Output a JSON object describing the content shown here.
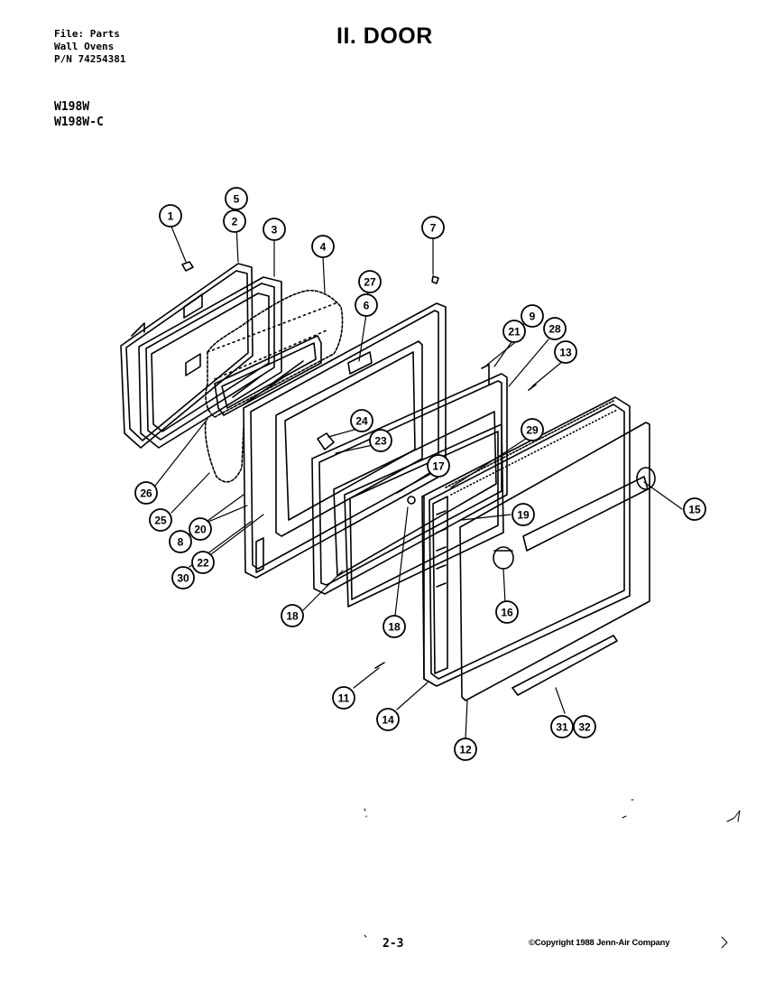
{
  "header": {
    "file_line": "File: Parts",
    "category_line": "Wall Ovens",
    "part_number_line": "P/N 74254381",
    "title": "II. DOOR"
  },
  "models": [
    "W198W",
    "W198W-C"
  ],
  "callouts": [
    "1",
    "5",
    "2",
    "3",
    "4",
    "7",
    "27",
    "6",
    "21",
    "9",
    "28",
    "13",
    "24",
    "23",
    "29",
    "17",
    "15",
    "19",
    "16",
    "18",
    "18",
    "11",
    "14",
    "12",
    "31",
    "32",
    "26",
    "25",
    "8",
    "20",
    "30",
    "22"
  ],
  "footer": {
    "page_number": "2-3",
    "copyright": "©Copyright 1988 Jenn-Air Company"
  }
}
